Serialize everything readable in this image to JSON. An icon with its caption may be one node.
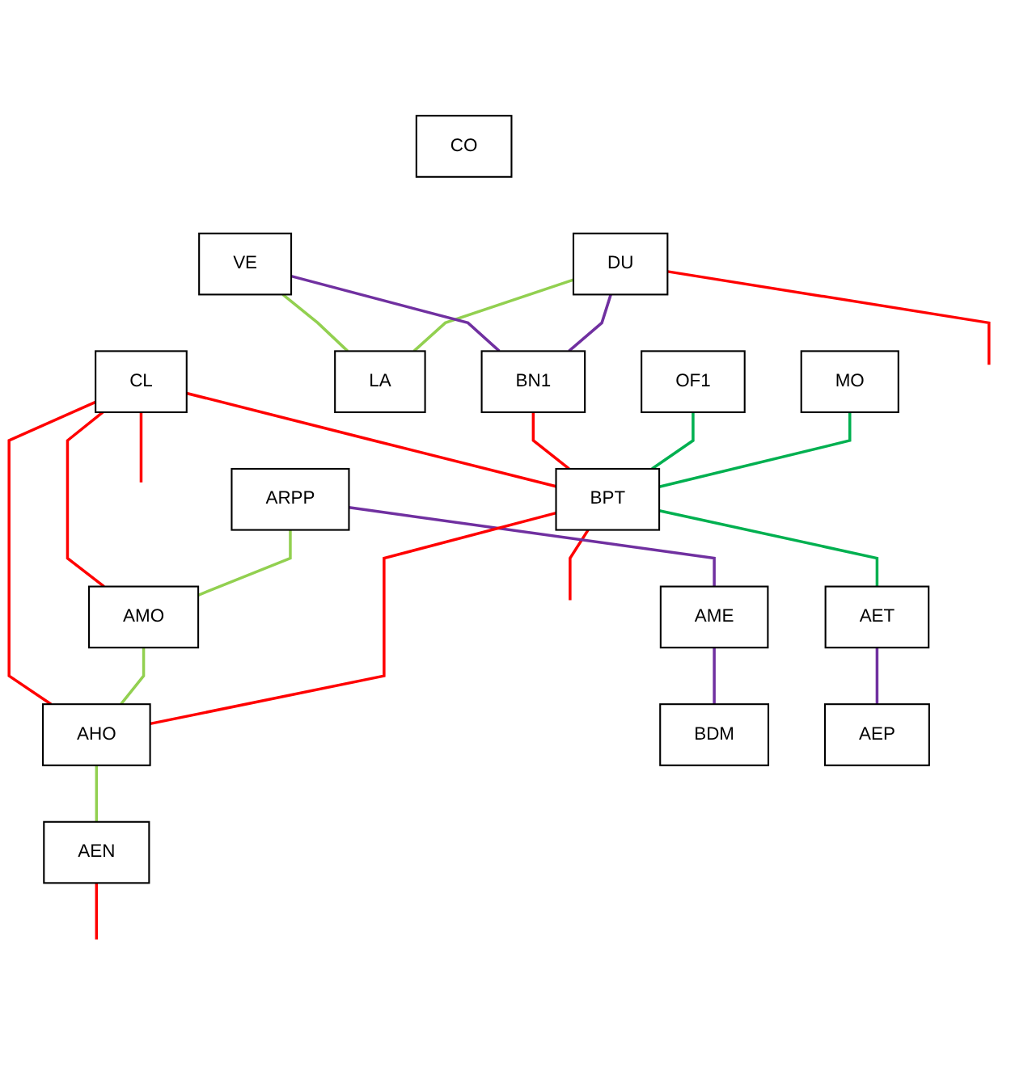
{
  "diagram": {
    "nodes": [
      {
        "text": [
          "CO"
        ]
      },
      {
        "text": [
          "VE"
        ]
      },
      {
        "text": [
          "DU"
        ]
      },
      {
        "text": [
          "CL"
        ]
      },
      {
        "text": [
          "LA"
        ]
      },
      {
        "text": [
          "BN1"
        ]
      },
      {
        "text": [
          "OF1"
        ]
      },
      {
        "text": [
          "MO"
        ]
      },
      {
        "text": [
          "ARPP"
        ]
      },
      {
        "text": [
          "AMO"
        ]
      },
      {
        "text": [
          "BPT"
        ]
      },
      {
        "text": [
          "AME"
        ]
      },
      {
        "text": [
          "AHO"
        ]
      },
      {
        "text": [
          "AET"
        ]
      },
      {
        "text": [
          "BDM"
        ]
      },
      {
        "text": [
          "AEN"
        ]
      },
      {
        "text": [
          "AEP"
        ]
      }
    ],
    "edges": [
      {
        "from": 1,
        "to": 4,
        "arrow": "none",
        "color": "#92d050"
      },
      {
        "from": 2,
        "to": 4,
        "arrow": "none",
        "color": "#92d050"
      },
      {
        "from": 1,
        "to": 5,
        "arrow": "none",
        "color": "#7030a0"
      },
      {
        "from": 2,
        "to": 5,
        "arrow": "none",
        "color": "#7030a0"
      },
      {
        "from": 2,
        "to": null,
        "arrow": "none",
        "color": "#ff0000"
      },
      {
        "from": 3,
        "to": null,
        "arrow": "none",
        "color": "#ff0000"
      },
      {
        "from": 3,
        "to": 9,
        "arrow": "none",
        "color": "#ff0000"
      },
      {
        "from": 3,
        "to": 10,
        "arrow": "none",
        "color": "#ff0000"
      },
      {
        "from": 3,
        "to": 12,
        "arrow": "none",
        "color": "#ff0000"
      },
      {
        "from": 5,
        "to": 10,
        "arrow": "none",
        "color": "#ff0000"
      },
      {
        "from": 6,
        "to": 10,
        "arrow": "none",
        "color": "#00b050"
      },
      {
        "from": 7,
        "to": 10,
        "arrow": "none",
        "color": "#00b050"
      },
      {
        "from": 10,
        "to": null,
        "arrow": "none",
        "color": "#ff0000"
      },
      {
        "from": 8,
        "to": 9,
        "arrow": "none",
        "color": "#92d050"
      },
      {
        "from": 8,
        "to": 11,
        "arrow": "none",
        "color": "#7030a0"
      },
      {
        "from": 9,
        "to": 12,
        "arrow": "none",
        "color": "#92d050"
      },
      {
        "from": 10,
        "to": 12,
        "arrow": "none",
        "color": "#ff0000"
      },
      {
        "from": 10,
        "to": 13,
        "arrow": "none",
        "color": "#00b050"
      },
      {
        "from": 11,
        "to": 14,
        "arrow": "none",
        "color": "#7030a0"
      },
      {
        "from": 12,
        "to": 15,
        "arrow": "none",
        "color": "#92d050"
      },
      {
        "from": 13,
        "to": 16,
        "arrow": "none",
        "color": "#7030a0"
      },
      {
        "from": 15,
        "to": null,
        "arrow": "none",
        "color": "#ff0000"
      }
    ]
  }
}
